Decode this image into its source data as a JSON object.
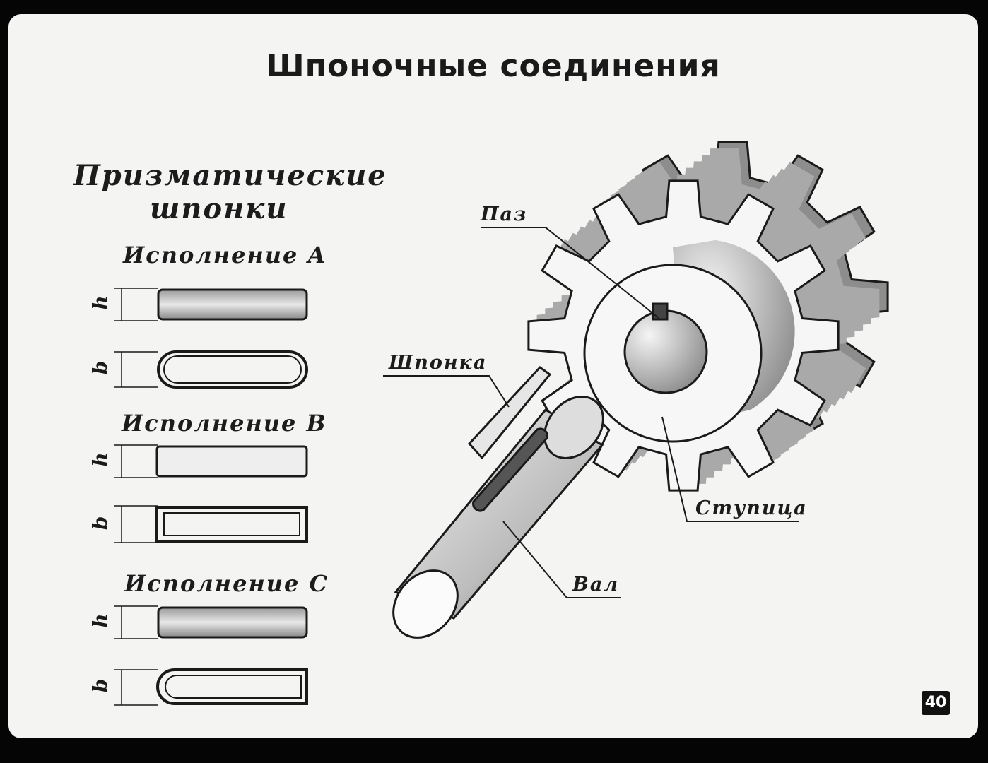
{
  "title": "Шпоночные соединения",
  "subtitle": {
    "line1": "Призматические",
    "line2": "шпонки"
  },
  "variants": [
    {
      "label": "Исполнение A",
      "h": "h",
      "b": "b"
    },
    {
      "label": "Исполнение B",
      "h": "h",
      "b": "b"
    },
    {
      "label": "Исполнение C",
      "h": "h",
      "b": "b"
    }
  ],
  "callouts": {
    "slot": "Паз",
    "key": "Шпонка",
    "hub": "Ступица",
    "shaft": "Вал"
  },
  "page_number": "40"
}
